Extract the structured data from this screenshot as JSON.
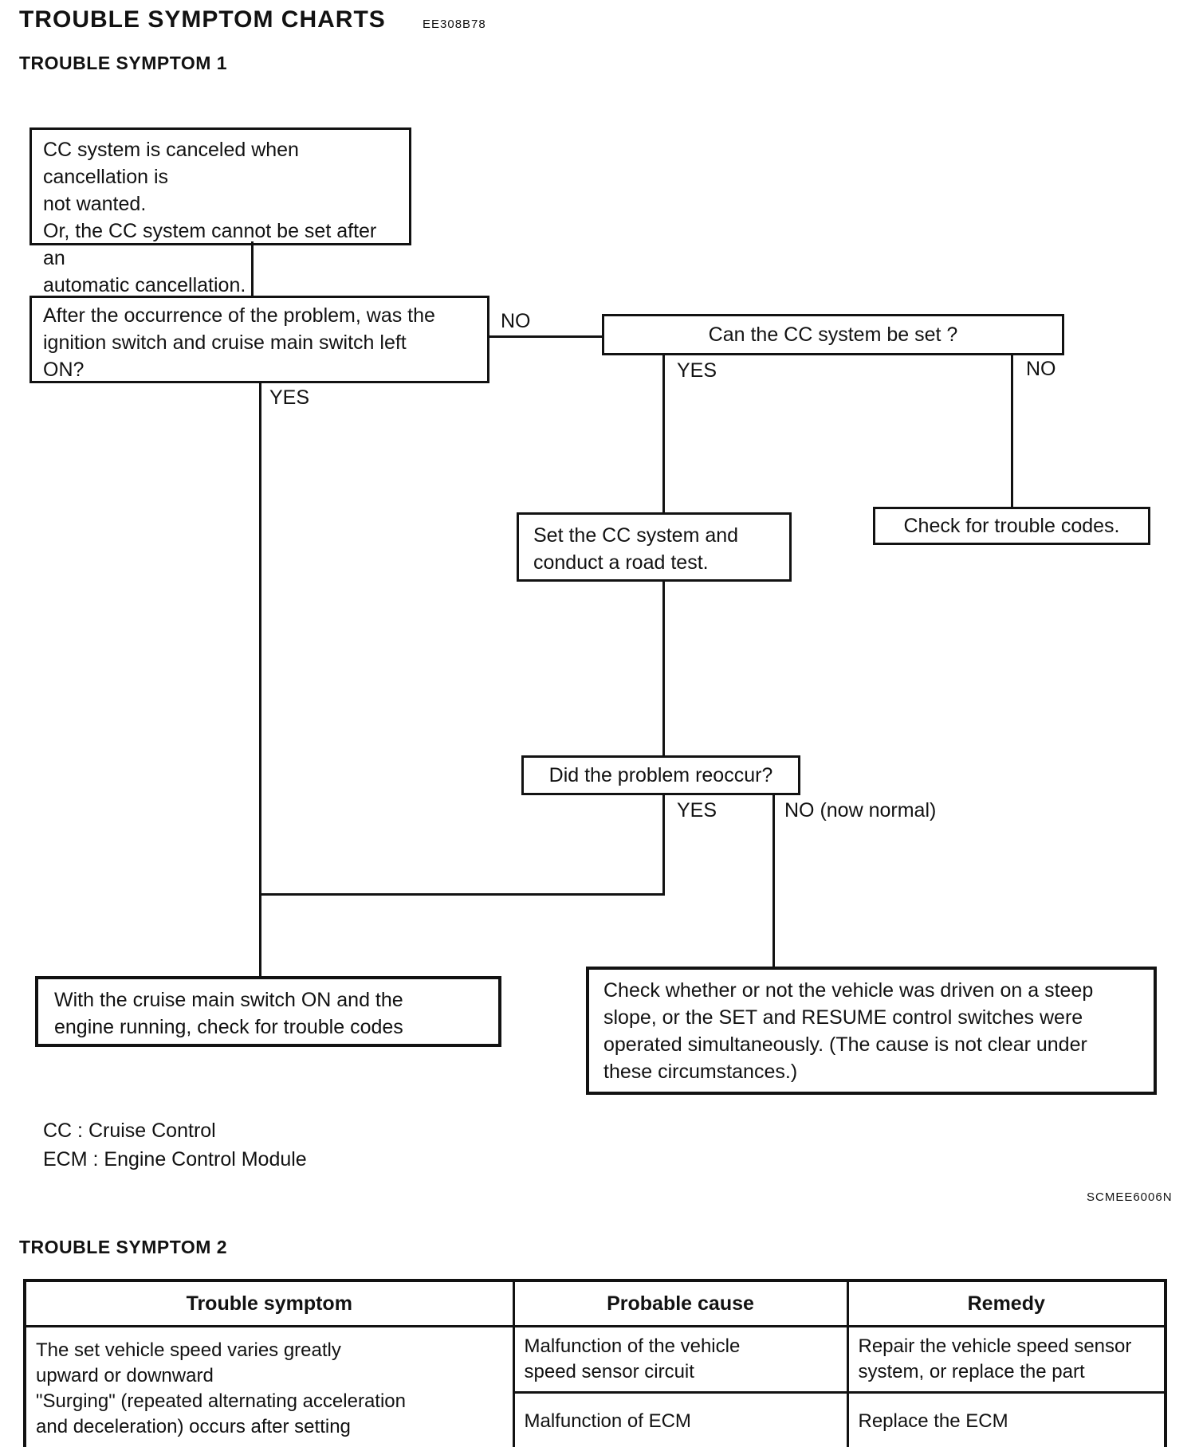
{
  "page": {
    "title": "TROUBLE SYMPTOM CHARTS",
    "title_code": "EE308B78",
    "figure_code": "SCMEE6006N"
  },
  "sections": {
    "symptom1_heading": "TROUBLE SYMPTOM 1",
    "symptom2_heading": "TROUBLE SYMPTOM 2"
  },
  "flowchart": {
    "boxes": {
      "problem": "CC system is canceled when cancellation is\nnot wanted.\nOr, the CC system cannot be set after an\nautomatic cancellation.",
      "switch_left_on": "After the occurrence of the problem, was the\nignition switch and cruise main switch left\nON?",
      "can_cc_be_set": "Can the CC system be set ?",
      "road_test": "Set the CC system and\nconduct a road test.",
      "check_trouble_codes": "Check for trouble codes.",
      "problem_reoccur": "Did the problem reoccur?",
      "check_with_engine": "With the cruise main switch ON and the\nengine running, check for trouble codes",
      "check_steep_slope": "Check whether or not the vehicle was driven on a steep\nslope, or the SET and RESUME control switches were\noperated simultaneously. (The cause is not clear under\nthese circumstances.)"
    },
    "labels": {
      "no_switch": "NO",
      "yes_switch": "YES",
      "yes_set": "YES",
      "no_set": "NO",
      "yes_reoccur": "YES",
      "no_reoccur": "NO (now normal)"
    }
  },
  "legend": {
    "cc": "CC : Cruise Control",
    "ecm": "ECM : Engine Control Module"
  },
  "table": {
    "headers": [
      "Trouble symptom",
      "Probable cause",
      "Remedy"
    ],
    "symptom": "The set vehicle speed varies greatly\nupward or downward\n\"Surging\" (repeated alternating acceleration\nand deceleration) occurs after setting",
    "rows": [
      {
        "cause": "Malfunction of the vehicle\nspeed sensor circuit",
        "remedy": "Repair the vehicle speed sensor\nsystem, or replace the part"
      },
      {
        "cause": "Malfunction of ECM",
        "remedy": "Replace the ECM"
      }
    ]
  },
  "colors": {
    "ink": "#121212",
    "background": "#ffffff"
  }
}
